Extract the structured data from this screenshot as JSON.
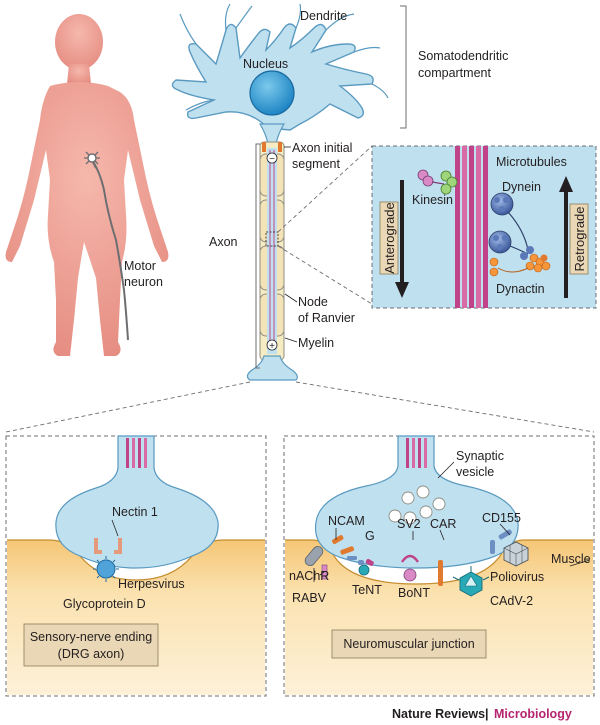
{
  "labels": {
    "dendrite": "Dendrite",
    "nucleus": "Nucleus",
    "somatodendritic_1": "Somatodendritic",
    "somatodendritic_2": "compartment",
    "axon_initial_1": "Axon initial",
    "axon_initial_2": "segment",
    "axon": "Axon",
    "motor_neuron_1": "Motor",
    "motor_neuron_2": "neuron",
    "node_of_ranvier_1": "Node",
    "node_of_ranvier_2": "of Ranvier",
    "myelin": "Myelin",
    "microtubules": "Microtubules",
    "kinesin": "Kinesin",
    "dynein": "Dynein",
    "dynactin": "Dynactin",
    "anterograde": "Anterograde",
    "retrograde": "Retrograde",
    "minus_sign": "−",
    "plus_sign": "+",
    "nectin1": "Nectin 1",
    "herpesvirus": "Herpesvirus",
    "glycoprotein_d": "Glycoprotein D",
    "sensory_box_1": "Sensory-nerve ending",
    "sensory_box_2": "(DRG axon)",
    "synaptic_vesicle_1": "Synaptic",
    "synaptic_vesicle_2": "vesicle",
    "ncam": "NCAM",
    "g": "G",
    "sv2": "SV2",
    "car": "CAR",
    "cd155": "CD155",
    "muscle": "Muscle",
    "nachr": "nAChR",
    "rabv": "RABV",
    "tent": "TeNT",
    "bont": "BoNT",
    "poliovirus": "Poliovirus",
    "cadv2": "CAdV-2",
    "nmj_box": "Neuromuscular junction"
  },
  "footer": {
    "journal": "Nature Reviews",
    "separator": "|",
    "section": "Microbiology"
  },
  "colors": {
    "skin": "#f0a397",
    "neuron": "#bfe0ef",
    "neuron_stroke": "#5a9ac0",
    "myelin": "#f6ecc3",
    "microtubule": "#c0438a",
    "muscle": "#f9d99a",
    "label_box": "#ead7b5",
    "accent": "#b5246f"
  }
}
